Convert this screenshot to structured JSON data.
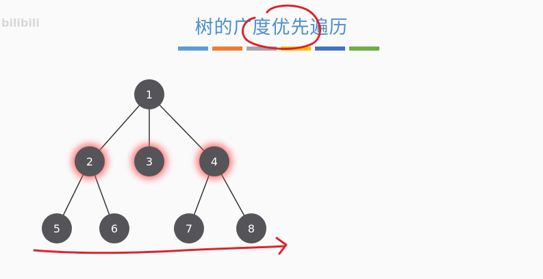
{
  "watermark": "bilibili",
  "slide": {
    "title": "树的广度优先遍历",
    "accent_colors": [
      "#5b9bd5",
      "#ed7d31",
      "#a5a5a5",
      "#ffc000",
      "#4472c4",
      "#70ad47"
    ]
  },
  "tree": {
    "nodes": [
      {
        "id": "1",
        "label": "1",
        "highlighted": false
      },
      {
        "id": "2",
        "label": "2",
        "highlighted": true
      },
      {
        "id": "3",
        "label": "3",
        "highlighted": true
      },
      {
        "id": "4",
        "label": "4",
        "highlighted": true
      },
      {
        "id": "5",
        "label": "5",
        "highlighted": false
      },
      {
        "id": "6",
        "label": "6",
        "highlighted": false
      },
      {
        "id": "7",
        "label": "7",
        "highlighted": false
      },
      {
        "id": "8",
        "label": "8",
        "highlighted": false
      }
    ],
    "edges": [
      [
        "1",
        "2"
      ],
      [
        "1",
        "3"
      ],
      [
        "1",
        "4"
      ],
      [
        "2",
        "5"
      ],
      [
        "2",
        "6"
      ],
      [
        "4",
        "7"
      ],
      [
        "4",
        "8"
      ]
    ],
    "node_color": "#555559",
    "highlight_color": "#ff4d4d"
  },
  "annotations": {
    "ink_color": "#e0202a"
  }
}
